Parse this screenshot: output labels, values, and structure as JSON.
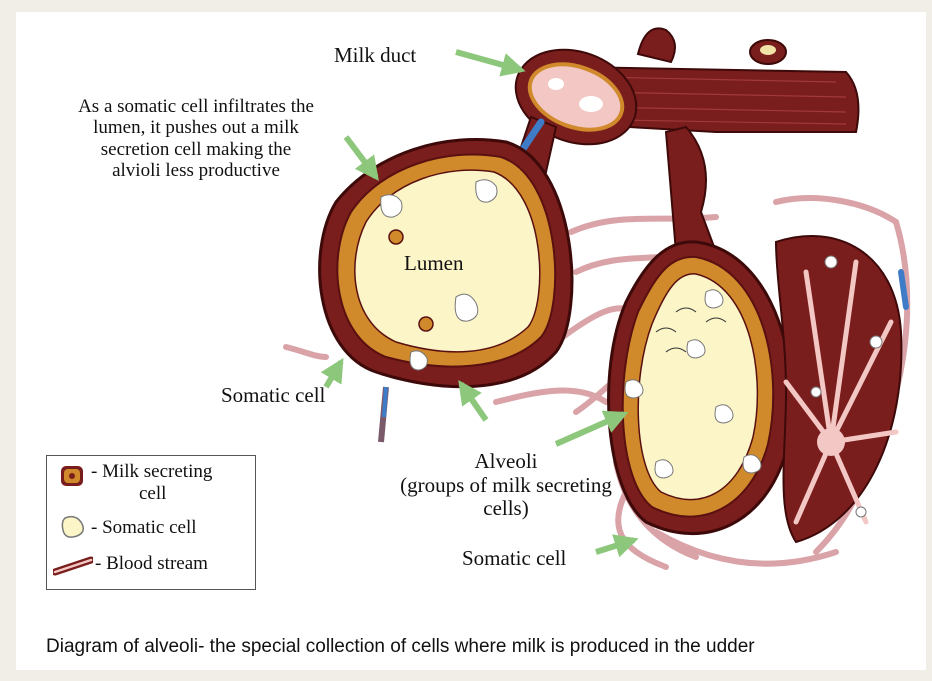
{
  "labels": {
    "milk_duct": "Milk duct",
    "annotation": [
      "As a somatic cell infiltrates the",
      "lumen, it pushes out a milk",
      "secretion cell making the",
      "alvioli less productive"
    ],
    "lumen": "Lumen",
    "somatic_cell_left": "Somatic cell",
    "alveoli": [
      "Alveoli",
      "(groups of milk secreting",
      "cells)"
    ],
    "somatic_cell_right": "Somatic cell"
  },
  "legend": {
    "milk_secreting": [
      "- Milk secreting",
      "cell"
    ],
    "somatic": "- Somatic cell",
    "blood_stream": "- Blood stream"
  },
  "caption": "Diagram of alveoli- the special collection of cells where milk is produced in the udder",
  "colors": {
    "vessel": "#7a1d1d",
    "cell_ring": "#d08a2c",
    "lumen_fill": "#fbf5c8",
    "arrow": "#8cc77c",
    "blood_flow": "#3f7cc8"
  }
}
